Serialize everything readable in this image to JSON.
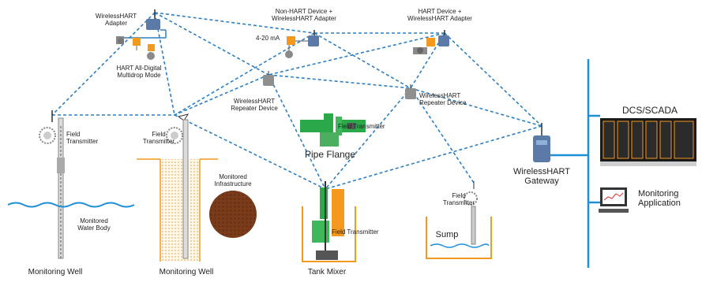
{
  "labels": {
    "wh_adapter": "WirelessHART\nAdapter",
    "hart_multidrop": "HART All-Digital\nMultidrop Mode",
    "non_hart": "Non-HART Device +\nWirelessHART Adapter",
    "ma_420": "4-20 mA",
    "hart_device": "HART Device +\nWirelessHART Adapter",
    "repeater_left": "WirelessHART\nRepeater Device",
    "repeater_right": "WirelessHART\nRepeater Device",
    "field_tx_well1": "Field\nTransmitter",
    "field_tx_well2": "Field\nTransmitter",
    "field_tx_flange": "Field Transmitter",
    "pipe_flange": "Pipe Flange",
    "monitored_infra": "Monitored\nInfrastructure",
    "field_tx_mixer": "Field Transmitter",
    "field_tx_sump": "Field\nTransmitter",
    "sump": "Sump",
    "monitored_water": "Monitored\nWater Body",
    "gateway": "WirelessHART\nGateway",
    "dcs": "DCS/SCADA",
    "monitoring_app": "Monitoring\nApplication",
    "monitoring_well_1": "Monitoring Well",
    "monitoring_well_2": "Monitoring Well",
    "tank_mixer": "Tank Mixer"
  },
  "colors": {
    "mesh_link": "#2f7fc1",
    "wired_bus": "#1f8fd6",
    "device_orange": "#f39a1e",
    "flange_green": "#2aa84a",
    "dcs_orange": "#f39a1e",
    "infrastructure_brown": "#7a3b1a"
  },
  "icons": [
    "wirelesshart-adapter-icon",
    "field-transmitter-icon",
    "repeater-device-icon",
    "gateway-icon",
    "dcs-rack-icon",
    "monitor-icon",
    "valve-icon"
  ]
}
